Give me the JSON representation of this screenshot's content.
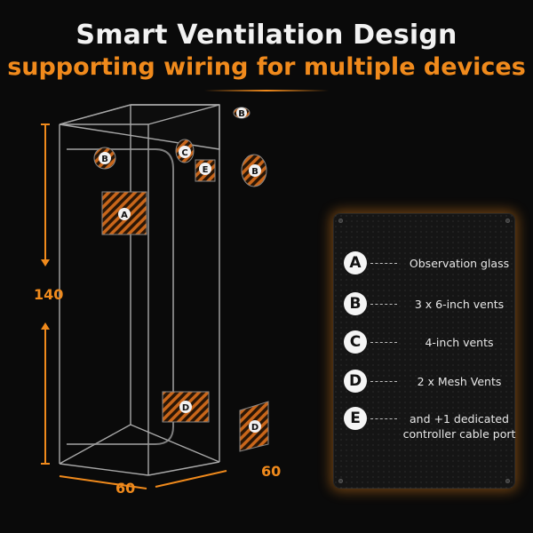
{
  "header": {
    "title": "Smart Ventilation Design",
    "subtitle": "supporting wiring for multiple devices"
  },
  "dimensions": {
    "height": "140",
    "width": "60",
    "depth": "60"
  },
  "tent_labels": {
    "A": "A",
    "B": "B",
    "C": "C",
    "D": "D",
    "E": "E"
  },
  "legend": [
    {
      "badge": "A",
      "text": "Observation glass"
    },
    {
      "badge": "B",
      "text": "3 x 6-inch vents"
    },
    {
      "badge": "C",
      "text": "4-inch vents"
    },
    {
      "badge": "D",
      "text": "2 x  Mesh Vents"
    },
    {
      "badge": "E",
      "text": "and +1 dedicated controller cable port"
    }
  ],
  "colors": {
    "accent": "#f08a1c",
    "background": "#0a0a0a",
    "frame": "#d9d9d9"
  }
}
